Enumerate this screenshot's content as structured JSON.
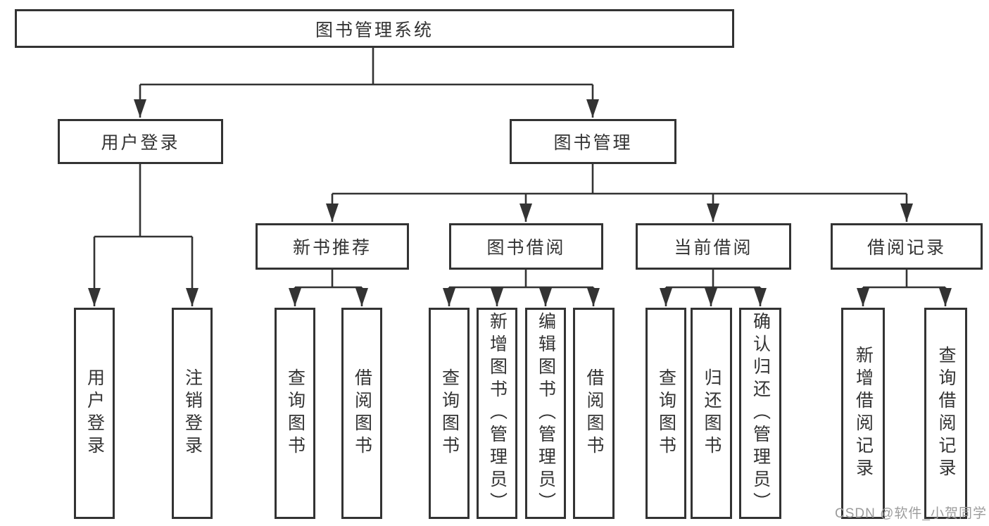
{
  "diagram": {
    "type": "hierarchy-tree",
    "tree": {
      "label": "图书管理系统",
      "children": [
        {
          "label": "用户登录",
          "children": [
            {
              "label": "用户登录"
            },
            {
              "label": "注销登录"
            }
          ]
        },
        {
          "label": "图书管理",
          "children": [
            {
              "label": "新书推荐",
              "children": [
                {
                  "label": "查询图书"
                },
                {
                  "label": "借阅图书"
                }
              ]
            },
            {
              "label": "图书借阅",
              "children": [
                {
                  "label": "查询图书"
                },
                {
                  "label": "新增图书（管理员）"
                },
                {
                  "label": "编辑图书（管理员）"
                },
                {
                  "label": "借阅图书"
                }
              ]
            },
            {
              "label": "当前借阅",
              "children": [
                {
                  "label": "查询图书"
                },
                {
                  "label": "归还图书"
                },
                {
                  "label": "确认归还（管理员）"
                }
              ]
            },
            {
              "label": "借阅记录",
              "children": [
                {
                  "label": "新增借阅记录"
                },
                {
                  "label": "查询借阅记录"
                }
              ]
            }
          ]
        }
      ]
    },
    "watermark": "CSDN @软件_小贺同学",
    "colors": {
      "line": "#333333",
      "box_border": "#333333",
      "box_fill": "#ffffff",
      "text": "#333333",
      "watermark_text": "#9c9c9c",
      "background": "#ffffff"
    }
  }
}
